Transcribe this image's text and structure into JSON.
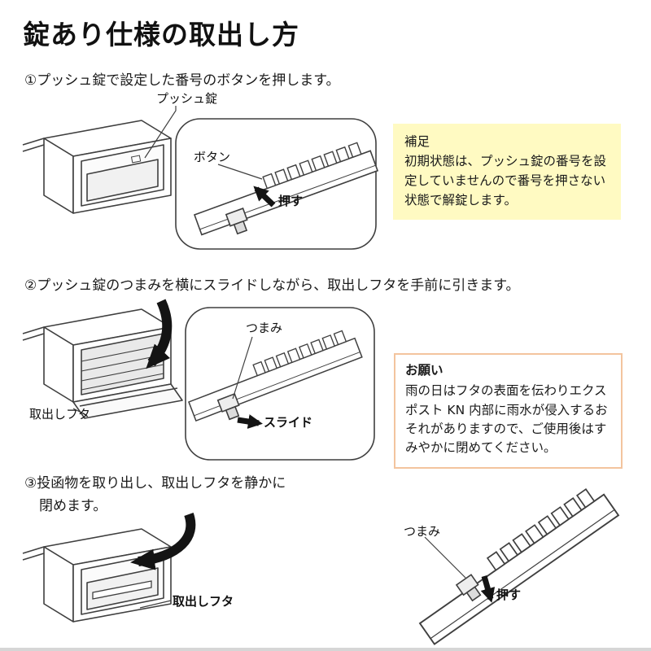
{
  "page": {
    "title": "錠あり仕様の取出し方"
  },
  "steps": [
    {
      "text": "①プッシュ錠で設定した番号のボタンを押します。",
      "labels": {
        "push_lock": "プッシュ錠",
        "button": "ボタン",
        "press": "押す"
      }
    },
    {
      "text": "②プッシュ錠のつまみを横にスライドしながら、取出しフタを手前に引きます。",
      "labels": {
        "knob": "つまみ",
        "slide": "スライド",
        "lid": "取出しフタ"
      }
    },
    {
      "text_line1": "③投函物を取り出し、取出しフタを静かに",
      "text_line2": "閉めます。",
      "labels": {
        "lid": "取出しフタ"
      }
    }
  ],
  "bottom_detail": {
    "labels": {
      "knob": "つまみ",
      "press": "押す"
    }
  },
  "notes": {
    "supplement": {
      "title": "補足",
      "body": "初期状態は、プッシュ錠の番号を設定していませんので番号を押さない状態で解錠します。"
    },
    "request": {
      "title": "お願い",
      "body": "雨の日はフタの表面を伝わりエクスポスト KN 内部に雨水が侵入するおそれがありますので、ご使用後はすみやかに閉めてください。"
    }
  },
  "colors": {
    "supplement_bg": "#FFFAC2",
    "request_border": "#F3C49E",
    "line_art": "#3f3f3f",
    "text": "#1a1a1a"
  }
}
